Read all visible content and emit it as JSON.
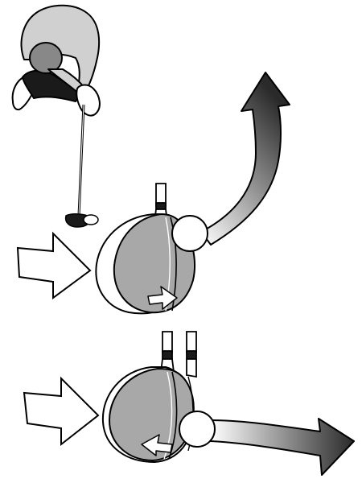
{
  "illustration": {
    "panels": [
      {
        "id": "golfer-top-view",
        "icon": "golfer-putting-top-view"
      },
      {
        "id": "clubface-open",
        "icon": "clubface-rotation",
        "ball_direction": "curving-up-right"
      },
      {
        "id": "clubface-closed",
        "icon": "clubface-rotation",
        "ball_direction": "straight-right"
      }
    ],
    "colors": {
      "line": "#000000",
      "club_gray": "#a8a8a8",
      "arrow_dark": "#2a2a2a",
      "arrow_light": "#ffffff",
      "background": "#ffffff"
    }
  }
}
